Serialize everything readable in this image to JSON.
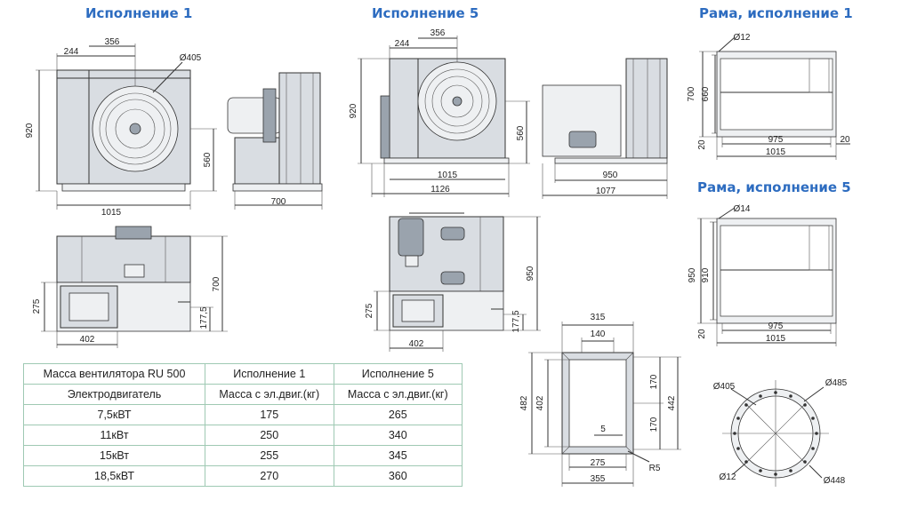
{
  "titles": {
    "v1": "Исполнение 1",
    "v5": "Исполнение 5",
    "frame1": "Рама, исполнение 1",
    "frame5": "Рама, исполнение 5"
  },
  "dims": {
    "v1_front": {
      "w": "1015",
      "h": "920",
      "a": "244",
      "b": "356",
      "dia": "Ø405",
      "c": "560"
    },
    "v1_side": {
      "w": "700"
    },
    "v1_top": {
      "h": "700",
      "a": "275",
      "b": "177,5",
      "w": "402"
    },
    "v5_front": {
      "h": "920",
      "a": "244",
      "b": "356",
      "c": "560",
      "w1": "1015",
      "w2": "1126"
    },
    "v5_side": {
      "w1": "950",
      "w2": "1077"
    },
    "v5_top": {
      "h": "950",
      "a": "275",
      "b": "177,5",
      "w": "402"
    },
    "outlet": {
      "w1": "315",
      "w2": "140",
      "h1": "482",
      "h2": "402",
      "h3": "442",
      "a": "170",
      "b": "170",
      "g": "5",
      "w3": "275",
      "w4": "355",
      "r": "R5"
    },
    "frame1": {
      "dia": "Ø12",
      "h1": "700",
      "h2": "660",
      "c": "20",
      "w1": "975",
      "w2": "1015",
      "d": "20"
    },
    "frame5": {
      "dia": "Ø14",
      "h1": "950",
      "h2": "910",
      "c": "20",
      "w1": "975",
      "w2": "1015"
    },
    "flange": {
      "d1": "Ø405",
      "d2": "Ø485",
      "d3": "Ø12",
      "d4": "Ø448"
    }
  },
  "table": {
    "header": [
      "Масса вентилятора RU 500",
      "Исполнение 1",
      "Исполнение 5"
    ],
    "subheader": [
      "Электродвигатель",
      "Масса с эл.двиг.(кг)",
      "Масса с эл.двиг.(кг)"
    ],
    "rows": [
      [
        "7,5кВТ",
        "175",
        "265"
      ],
      [
        "11кВт",
        "250",
        "340"
      ],
      [
        "15кВт",
        "255",
        "345"
      ],
      [
        "18,5кВТ",
        "270",
        "360"
      ]
    ]
  },
  "colors": {
    "title": "#2d6cc0",
    "table_border": "#9fc9b3"
  }
}
